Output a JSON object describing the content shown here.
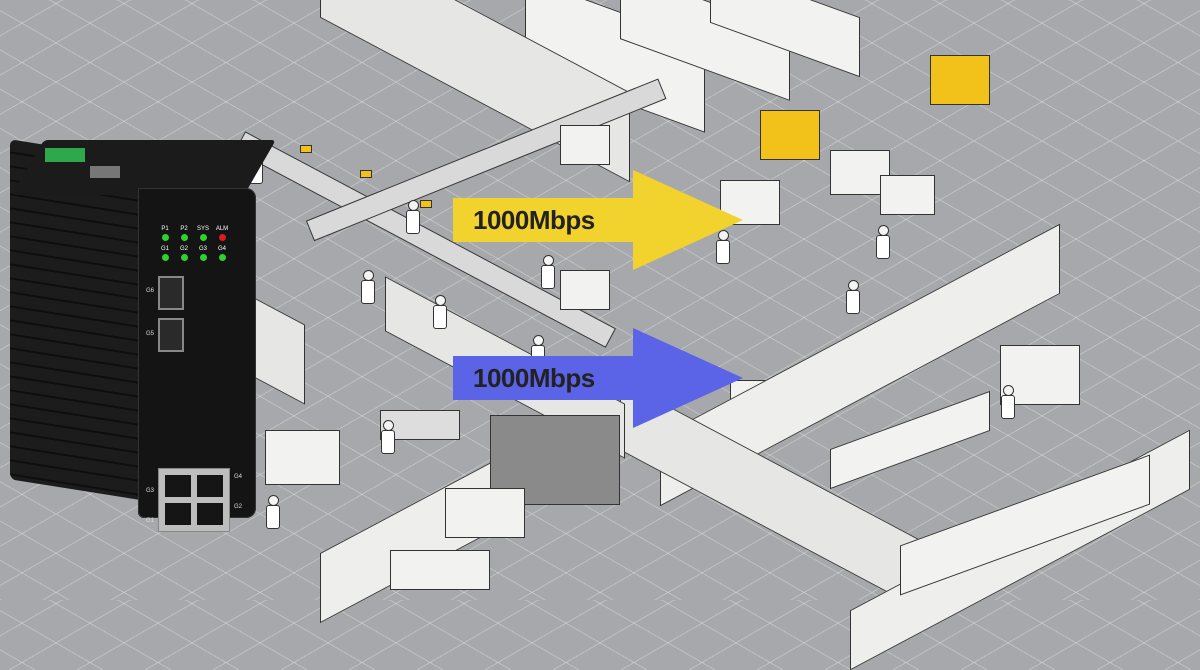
{
  "arrows": [
    {
      "label": "1000Mbps",
      "color": "#f2d22c"
    },
    {
      "label": "1000Mbps",
      "color": "#5b63e6"
    }
  ],
  "switch": {
    "leds_top": [
      {
        "label": "P1",
        "state": "green"
      },
      {
        "label": "P2",
        "state": "green"
      },
      {
        "label": "SYS",
        "state": "green"
      },
      {
        "label": "ALM",
        "state": "red"
      }
    ],
    "leds_bottom": [
      {
        "label": "G1"
      },
      {
        "label": "G2"
      },
      {
        "label": "G3"
      },
      {
        "label": "G4"
      }
    ],
    "sfp_ports": [
      "G6",
      "G5"
    ],
    "rj45_labels": [
      "G3",
      "G4",
      "G1",
      "G2"
    ]
  },
  "colors": {
    "background": "#a6a8ab",
    "led_green": "#2fd12f",
    "led_red": "#e01b1b",
    "highlight_yellow": "#f2c21b"
  }
}
